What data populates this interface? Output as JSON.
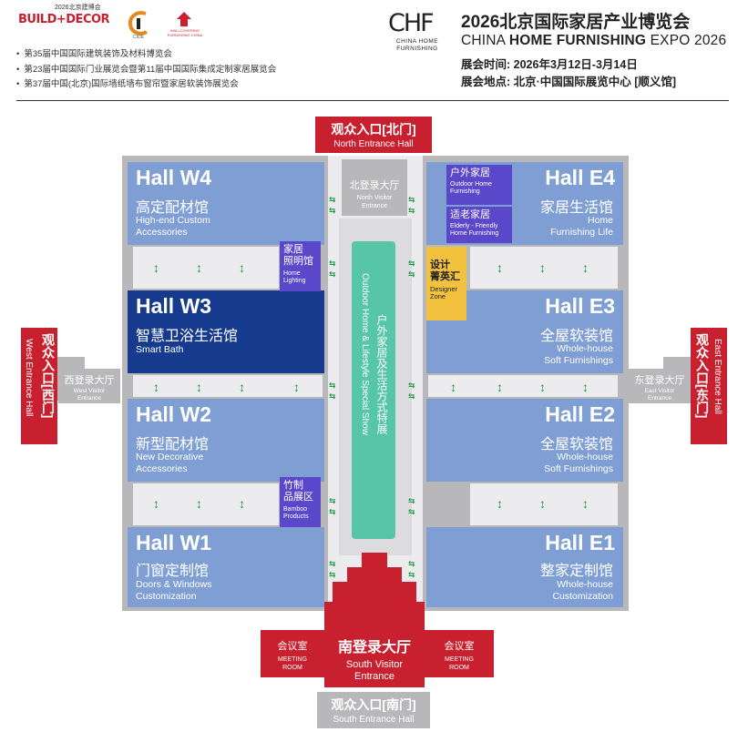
{
  "header": {
    "build_decor": "BUILD+DECOR",
    "build_decor_sub": "2026北京建博会",
    "cide": "CIDE",
    "wall_logo": "WALLCOVERING FURNISHING CHINA",
    "sub_expos": [
      "第35届中国国际建筑装饰及材料博览会",
      "第23届中国国际门业展览会暨第11届中国国际集成定制家居展览会",
      "第37届中国(北京)国际墙纸墙布窗帘暨家居软装饰展览会"
    ],
    "chf_mark": "CHF",
    "chf_sub_1": "CHINA HOME",
    "chf_sub_2": "FURNISHING",
    "title_cn": "2026北京国际家居产业博览会",
    "title_en_1": "CHINA ",
    "title_en_bold": "HOME FURNISHING",
    "title_en_2": " EXPO 2026",
    "date_line": "展会时间: 2026年3月12日-3月14日",
    "venue_line": "展会地点: 北京·中国国际展览中心 [顺义馆]"
  },
  "map": {
    "north_entrance_cn": "观众入口[北门]",
    "north_entrance_en": "North Entrance Hall",
    "north_visitor_cn": "北登录大厅",
    "north_visitor_en_1": "North Visitor",
    "north_visitor_en_2": "Entrance",
    "west_entrance_cn": "观众入口[西门]",
    "west_entrance_en": "West Entrance Hall",
    "west_visitor_cn": "西登录大厅",
    "west_visitor_en_1": "West Visitor",
    "west_visitor_en_2": "Entrance",
    "east_entrance_cn": "观众入口[东门]",
    "east_entrance_en": "East Entrance Hall",
    "east_visitor_cn": "东登录大厅",
    "east_visitor_en_1": "East Visitor",
    "east_visitor_en_2": "Entrance",
    "south_visitor_cn": "南登录大厅",
    "south_visitor_en_1": "South Visitor",
    "south_visitor_en_2": "Entrance",
    "south_entrance_cn": "观众入口[南门]",
    "south_entrance_en": "South Entrance Hall",
    "meeting_cn": "会议室",
    "meeting_en_1": "MEETING",
    "meeting_en_2": "ROOM",
    "special_show_cn": "户外家居及生活方式特展",
    "special_show_en": "Outdoor Home & Lifestyle Special Show",
    "halls": {
      "w4": {
        "title": "Hall W4",
        "cn": "高定配材馆",
        "en_1": "High-end Custom",
        "en_2": "Accessories"
      },
      "w3": {
        "title": "Hall W3",
        "cn": "智慧卫浴生活馆",
        "en_1": "Smart Bath"
      },
      "w2": {
        "title": "Hall W2",
        "cn": "新型配材馆",
        "en_1": "New Decorative",
        "en_2": "Accessories"
      },
      "w1": {
        "title": "Hall W1",
        "cn": "门窗定制馆",
        "en_1": "Doors & Windows",
        "en_2": "Customization"
      },
      "e4": {
        "title": "Hall E4",
        "cn": "家居生活馆",
        "en_1": "Home",
        "en_2": "Furnishing Life"
      },
      "e3": {
        "title": "Hall E3",
        "cn": "全屋软装馆",
        "en_1": "Whole-house",
        "en_2": "Soft Furnishings"
      },
      "e2": {
        "title": "Hall E2",
        "cn": "全屋软装馆",
        "en_1": "Whole-house",
        "en_2": "Soft Furnishings"
      },
      "e1": {
        "title": "Hall E1",
        "cn": "整家定制馆",
        "en_1": "Whole-house",
        "en_2": "Customization"
      }
    },
    "zones": {
      "outdoor_cn": "户外家居",
      "outdoor_en_1": "Outdoor Home",
      "outdoor_en_2": "Furnishing",
      "elderly_cn": "适老家居",
      "elderly_en_1": "Elderly - Friendly",
      "elderly_en_2": "Home Furnishing",
      "lighting_cn_1": "家居",
      "lighting_cn_2": "照明馆",
      "lighting_en_1": "Home",
      "lighting_en_2": "Lighting",
      "bamboo_cn_1": "竹制",
      "bamboo_cn_2": "品展区",
      "bamboo_en_1": "Bamboo",
      "bamboo_en_2": "Products",
      "designer_cn_1": "设计",
      "designer_cn_2": "菁英汇",
      "designer_en_1": "Designer",
      "designer_en_2": "Zone"
    },
    "arrow_v": "↕",
    "arrow_h": "⇆"
  },
  "colors": {
    "hall": "#7f9fd4",
    "hall_dark": "#153a8e",
    "zone_purple": "#5b47c9",
    "designer_yellow": "#f2c23f",
    "entrance_red": "#c8202e",
    "visitor_gray": "#b8b8ba",
    "special_show_teal": "#56c6a6",
    "arrow_green": "#1f9d4c"
  }
}
